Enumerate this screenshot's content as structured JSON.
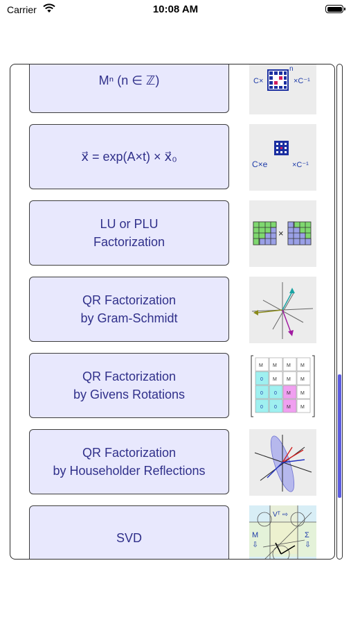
{
  "status_bar": {
    "carrier": "Carrier",
    "time": "10:08 AM"
  },
  "rows": [
    {
      "label": "Mⁿ (n ∈ ℤ)",
      "thumb": "matrix-power-thumbnail",
      "thumb_text": {
        "left": "C×",
        "sup": "n",
        "right": "×C⁻¹"
      }
    },
    {
      "label": "x⃗ = exp(A×t) × x⃗₀",
      "thumb": "matrix-exponential-thumbnail",
      "thumb_text": {
        "left": "C×e",
        "right": "×C⁻¹"
      }
    },
    {
      "label": "LU or PLU\nFactorization",
      "thumb": "lu-grids-thumbnail",
      "thumb_text": {
        "op": "×"
      }
    },
    {
      "label": "QR Factorization\nby Gram-Schmidt",
      "thumb": "vector-axes-thumbnail"
    },
    {
      "label": "QR Factorization\nby Givens Rotations",
      "thumb": "givens-matrix-thumbnail",
      "thumb_text": {
        "m": "M",
        "zero": "0"
      }
    },
    {
      "label": "QR Factorization\nby Householder Reflections",
      "thumb": "householder-plane-thumbnail"
    },
    {
      "label": "SVD",
      "thumb": "svd-diagram-thumbnail",
      "thumb_text": {
        "vt": "Vᵀ ⇨",
        "m": "M",
        "m_arrow": "⇩",
        "sigma": "Σ",
        "sigma_arrow": "⇩"
      }
    }
  ],
  "scrollbar": {
    "position": 0.62
  },
  "colors": {
    "button_bg": "#e8e8fd",
    "button_text": "#30308a",
    "scroll_thumb": "#5c5ce0"
  }
}
